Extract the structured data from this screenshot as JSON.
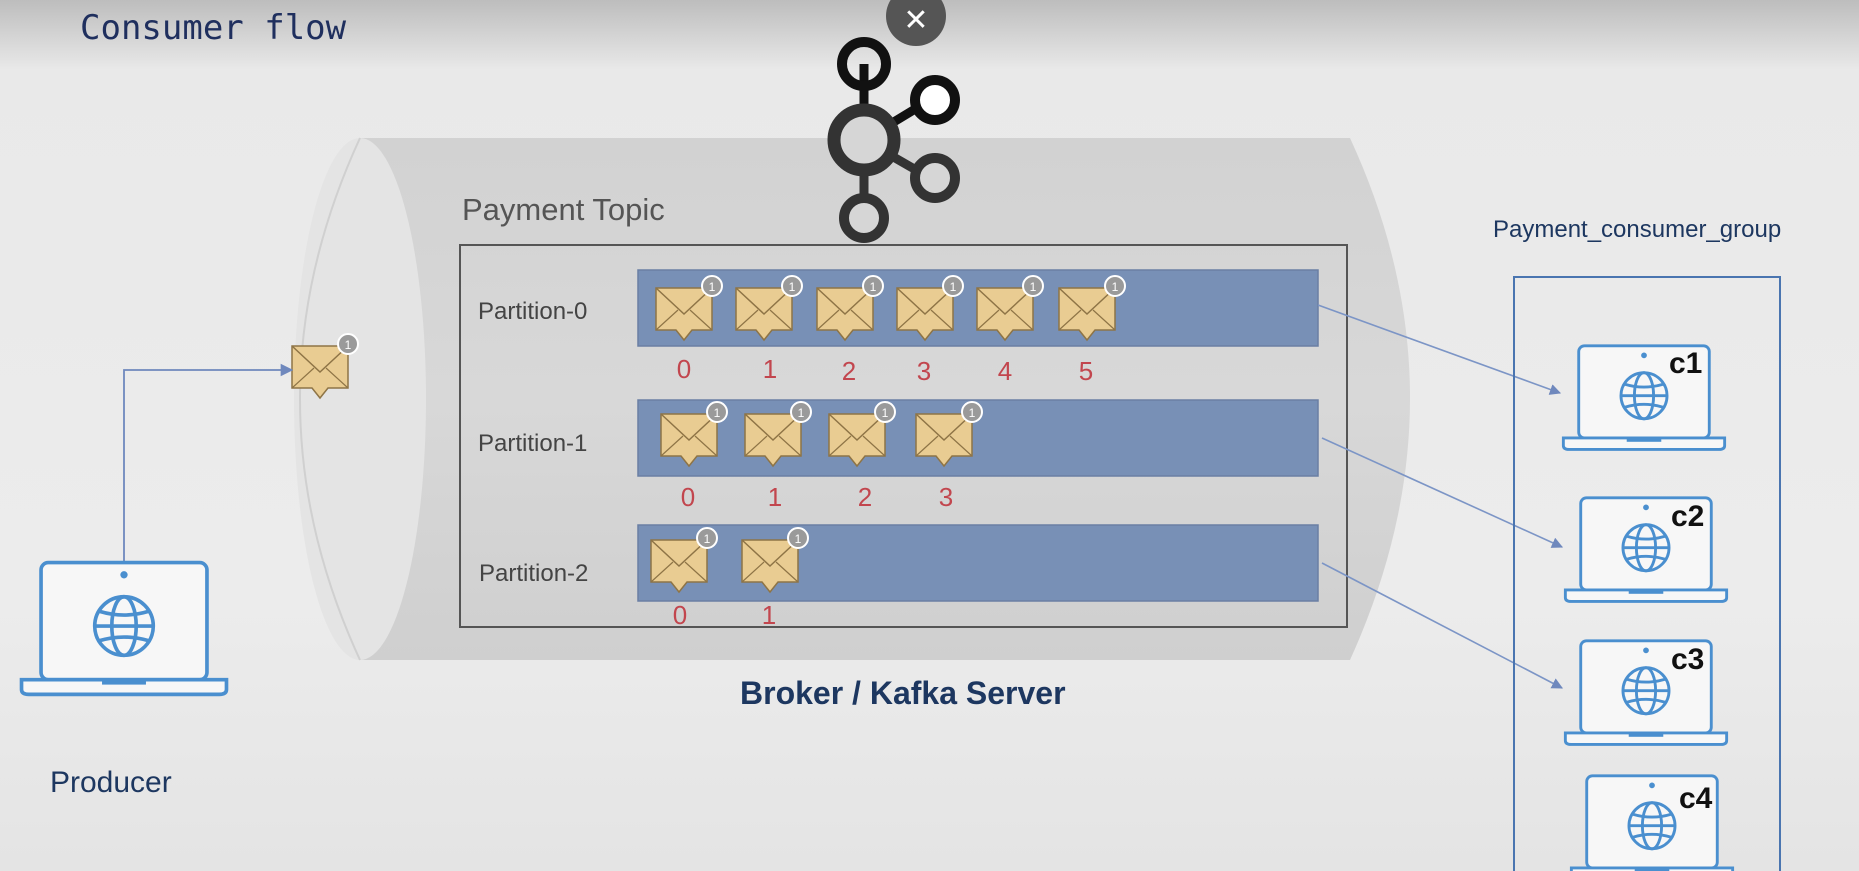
{
  "title": "Consumer flow",
  "close_label": "✕",
  "topic": {
    "label": "Payment Topic",
    "partitions": [
      {
        "label": "Partition-0",
        "offsets": [
          "0",
          "1",
          "2",
          "3",
          "4",
          "5"
        ]
      },
      {
        "label": "Partition-1",
        "offsets": [
          "0",
          "1",
          "2",
          "3"
        ]
      },
      {
        "label": "Partition-2",
        "offsets": [
          "0",
          "1"
        ]
      }
    ]
  },
  "message_badge": "1",
  "broker_label": "Broker / Kafka Server",
  "producer_label": "Producer",
  "consumer_group": {
    "label": "Payment_consumer_group",
    "consumers": [
      "c1",
      "c2",
      "c3",
      "c4"
    ]
  },
  "colors": {
    "partition_bar": "#7890b6",
    "offset_text": "#c2464e",
    "laptop_stroke": "#4a8fcf",
    "arrow": "#7c95c6",
    "title_text": "#1f2f5e"
  },
  "icons": {
    "kafka_logo": "kafka-logo-icon",
    "message": "envelope-icon",
    "laptop": "laptop-globe-icon"
  }
}
